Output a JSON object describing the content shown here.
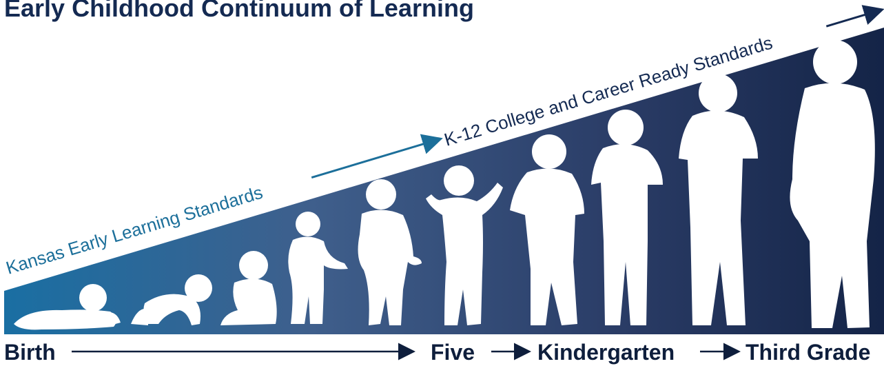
{
  "title": "Early Childhood Continuum of Learning",
  "bands": {
    "early_learning": "Kansas Early Learning Standards",
    "k12": "K-12 College and Career Ready Standards"
  },
  "timeline": {
    "birth": "Birth",
    "five": "Five",
    "kindergarten": "Kindergarten",
    "third_grade": "Third Grade"
  },
  "colors": {
    "wedge_left": "#1a6fa3",
    "wedge_mid": "#3f5b8a",
    "wedge_right": "#142447",
    "title": "#142a52",
    "early_learning_text": "#1c6f9a",
    "k12_text": "#142a52"
  }
}
